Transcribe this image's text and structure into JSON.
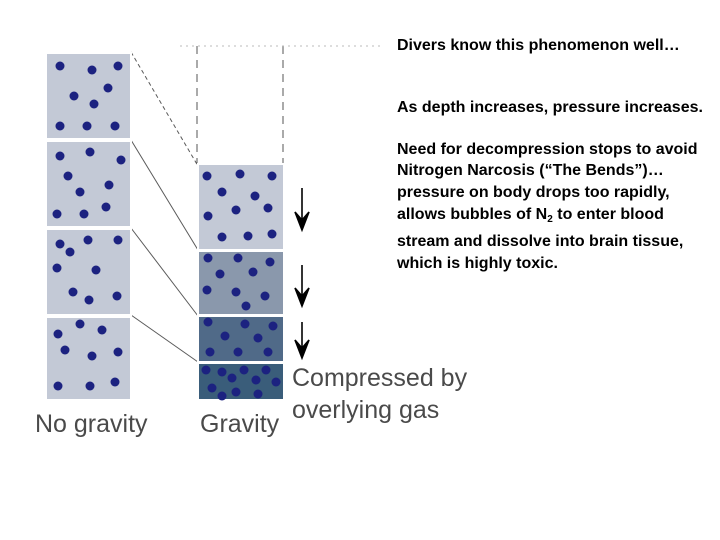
{
  "text": {
    "para1": "Divers know this phenomenon well…",
    "para2": "As depth increases, pressure increases.",
    "para3_before_sub": "Need for decompression stops to avoid Nitrogen Narcosis (“The Bends”)…pressure on body drops too rapidly, allows bubbles of N",
    "para3_subscript": "2",
    "para3_after_sub": " to enter blood stream and dissolve into brain tissue, which is highly toxic."
  },
  "labels": {
    "no_gravity": "No gravity",
    "gravity": "Gravity",
    "compressed_line1": "Compressed by",
    "compressed_line2": "overlying gas"
  },
  "colors": {
    "box_light": "#c3c9d6",
    "box_mid": "#8a98ac",
    "box_dark": "#506a88",
    "box_darkest": "#3a5d7a",
    "dot": "#1c2280",
    "caption": "#4a4a4a"
  },
  "icons": [
    "down-arrow-icon",
    "down-arrow-icon",
    "down-arrow-icon"
  ]
}
